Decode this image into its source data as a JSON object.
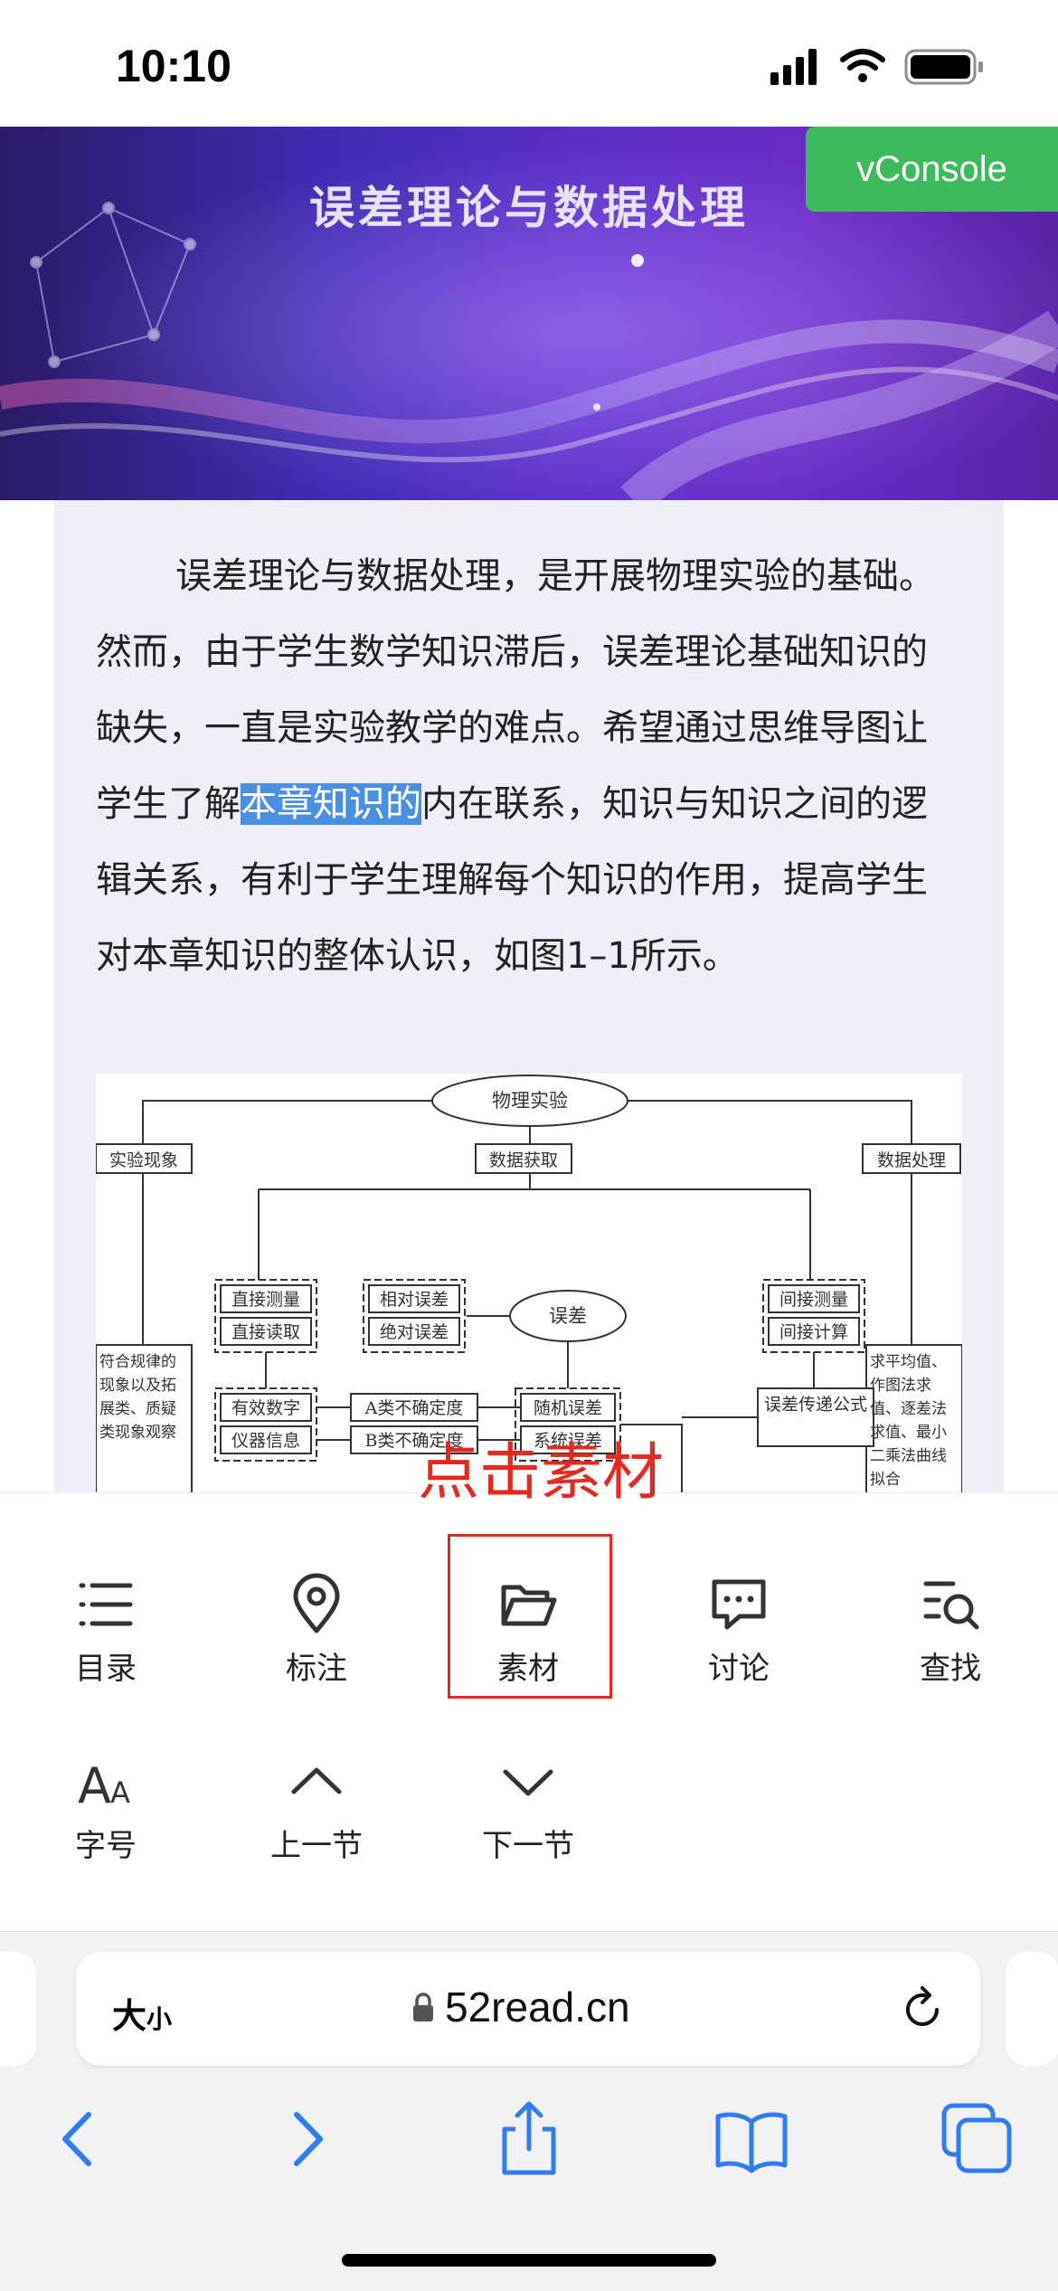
{
  "status_bar": {
    "time": "10:10"
  },
  "banner": {
    "title": "误差理论与数据处理"
  },
  "vconsole": {
    "label": "vConsole"
  },
  "article": {
    "text_before": "误差理论与数据处理，是开展物理实验的基础。然而，由于学生数学知识滞后，误差理论基础知识的缺失，一直是实验教学的难点。希望通过思维导图让学生了解",
    "text_selected": "本章知识的",
    "text_after": "内在联系，知识与知识之间的逻辑关系，有利于学生理解每个知识的作用，提高学生对本章知识的整体认识，如图1–1所示。"
  },
  "figure": {
    "nodes": {
      "root": "物理实验",
      "phenomenon": "实验现象",
      "acquisition": "数据获取",
      "processing": "数据处理",
      "direct_measure": "直接测量",
      "direct_read": "直接读取",
      "relative_error": "相对误差",
      "absolute_error": "绝对误差",
      "error": "误差",
      "indirect_measure": "间接测量",
      "indirect_calc": "间接计算",
      "phenomenon_desc": "符合规律的现象以及拓展类、质疑类现象观察",
      "processing_desc": "求平均值、作图法求值、逐差法求值、最小二乘法曲线拟合",
      "significant_digits": "有效数字",
      "instrument_info": "仪器信息",
      "a_uncertainty": "A类不确定度",
      "b_uncertainty": "B类不确定度",
      "random_error": "随机误差",
      "systematic_error": "系统误差",
      "error_propagation": "误差传递公式"
    }
  },
  "overlay_annotation": "点击素材",
  "toolbar": {
    "items": [
      {
        "label": "目录",
        "icon": "list-icon"
      },
      {
        "label": "标注",
        "icon": "location-pin-icon"
      },
      {
        "label": "素材",
        "icon": "folder-icon"
      },
      {
        "label": "讨论",
        "icon": "chat-bubble-icon"
      },
      {
        "label": "查找",
        "icon": "search-list-icon"
      }
    ],
    "row2": [
      {
        "label": "字号",
        "icon": "font-size-icon"
      },
      {
        "label": "上一节",
        "icon": "chevron-up-icon"
      },
      {
        "label": "下一节",
        "icon": "chevron-down-icon"
      }
    ]
  },
  "safari": {
    "aa_big": "大",
    "aa_small": "小",
    "url": "52read.cn"
  },
  "colors": {
    "annotation_red": "#e5291e",
    "selection_blue": "#4a90e2",
    "vconsole_green": "#3cba5c",
    "safari_blue": "#2f7cf6"
  }
}
